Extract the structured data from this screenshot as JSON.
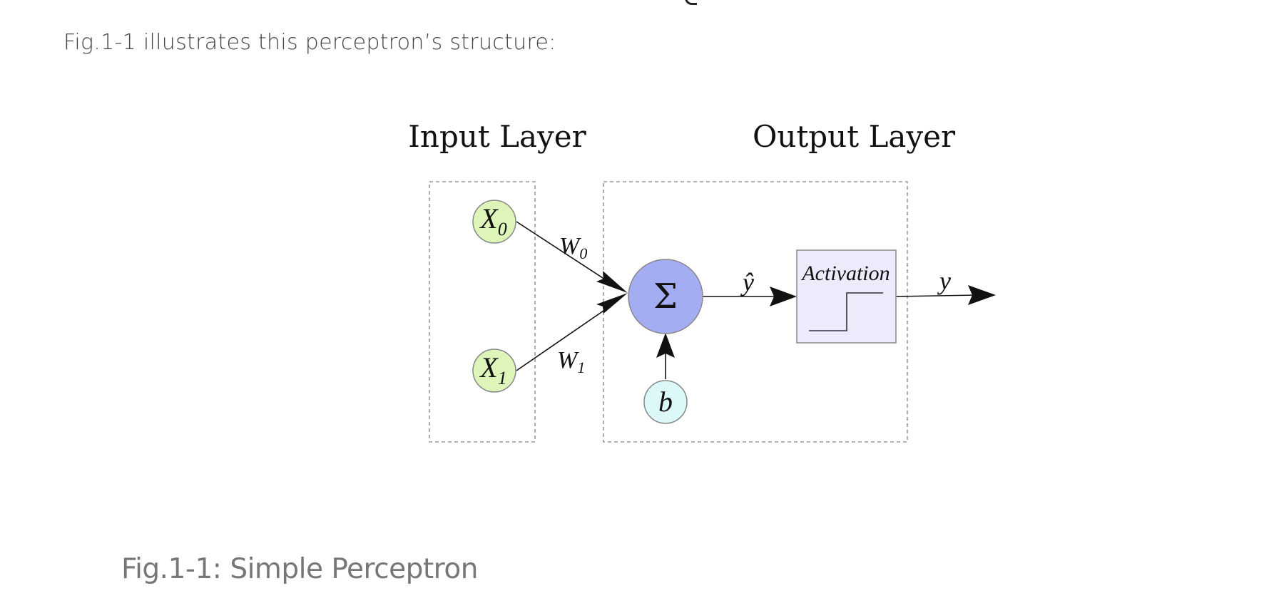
{
  "intro_text": "Fig.1-1 illustrates this perceptron’s structure:",
  "figure": {
    "input_layer_title": "Input Layer",
    "output_layer_title": "Output Layer",
    "input_node_0": {
      "base": "X",
      "sub": "0"
    },
    "input_node_1": {
      "base": "X",
      "sub": "1"
    },
    "weight_0": {
      "base": "W",
      "sub": "0"
    },
    "weight_1": {
      "base": "W",
      "sub": "1"
    },
    "sum_symbol": "Σ",
    "bias_label": "b",
    "pre_activation_label": "ŷ",
    "activation_label": "Activation",
    "output_label": "y",
    "colors": {
      "input_node_fill": "#ddf5b9",
      "sum_node_fill": "#a4acf2",
      "bias_node_fill": "#dcf8f9",
      "activation_box_fill": "#ebebfc"
    }
  },
  "caption": "Fig.1-1: Simple Perceptron"
}
